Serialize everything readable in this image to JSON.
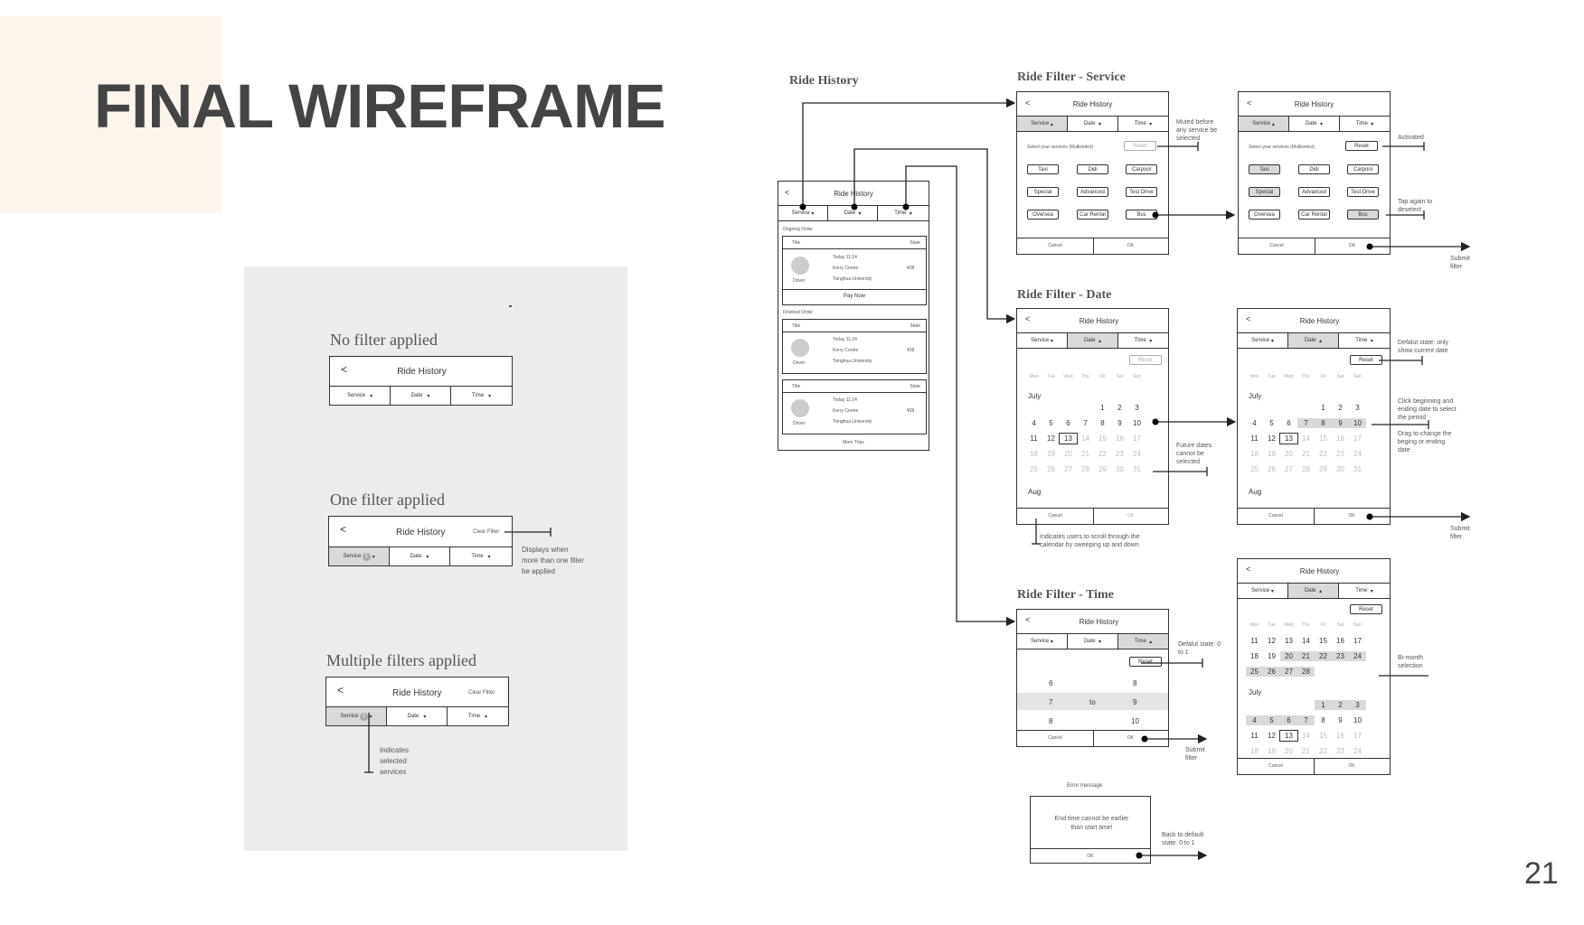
{
  "title": "FINAL WIREFRAME",
  "page_number": "21",
  "common": {
    "ride_history": "Ride History",
    "back": "<",
    "service": "Service",
    "date": "Date",
    "time": "Time",
    "clear_filter": "Clear Filter",
    "reset": "Reset",
    "cancel": "Cancel",
    "ok": "OK",
    "select_services": "Select your services (Multiselect)",
    "submit_filter": "Submit filter"
  },
  "states": {
    "none": "No filter applied",
    "one": "One filter applied",
    "multi": "Multiple filters applied",
    "badge": "1",
    "one_note": "Displays when more than one filter be applied",
    "multi_note": "Indicates selected services"
  },
  "sections": {
    "history": "Ride History",
    "service": "Ride Filter - Service",
    "date": "Ride Filter - Date",
    "time": "Ride Filter - Time"
  },
  "history": {
    "ongoing": "Ongoing Order",
    "finished": "Finished Order",
    "card_title": "Title",
    "card_state": "State",
    "line1": "Today 11:24",
    "line2": "Kerry Centre",
    "line3": "Tsinghua University",
    "price": "¥28",
    "driver": "Driver",
    "pay": "Pay Now",
    "more": "More Trips"
  },
  "services": [
    "Taxi",
    "Didi",
    "Carpool",
    "Special",
    "Advanced",
    "Test Drive",
    "Oversea",
    "Car Rental",
    "Bus"
  ],
  "weekdays": [
    "Mon",
    "Tue",
    "Wed",
    "Thu",
    "Fri",
    "Sat",
    "Sun"
  ],
  "months": {
    "july": "July",
    "aug": "Aug"
  },
  "time": {
    "r1a": "6",
    "r1b": "8",
    "r2a": "7",
    "to": "to",
    "r2b": "9",
    "r3a": "8",
    "r3b": "10"
  },
  "error": {
    "label": "Error message",
    "text": "End time cannot be earlier than start time!"
  },
  "notes": {
    "muted": "Muted before any service be selected",
    "activated": "Activated",
    "tap_again": "Tap again to deselect",
    "future": "Future dates cannot be selected",
    "scroll": "Indicates users to scroll through the calendar by sweeping up and down",
    "default_date": "Defalut state: only show current date",
    "click_period": "Click beginning and ending date to select the period",
    "drag": "Drag to change the beging or ending date",
    "bimonth": "Bi-month selection",
    "default_time": "Defalut state: 0 to 1",
    "back_default": "Back to default state: 0 to 1"
  }
}
